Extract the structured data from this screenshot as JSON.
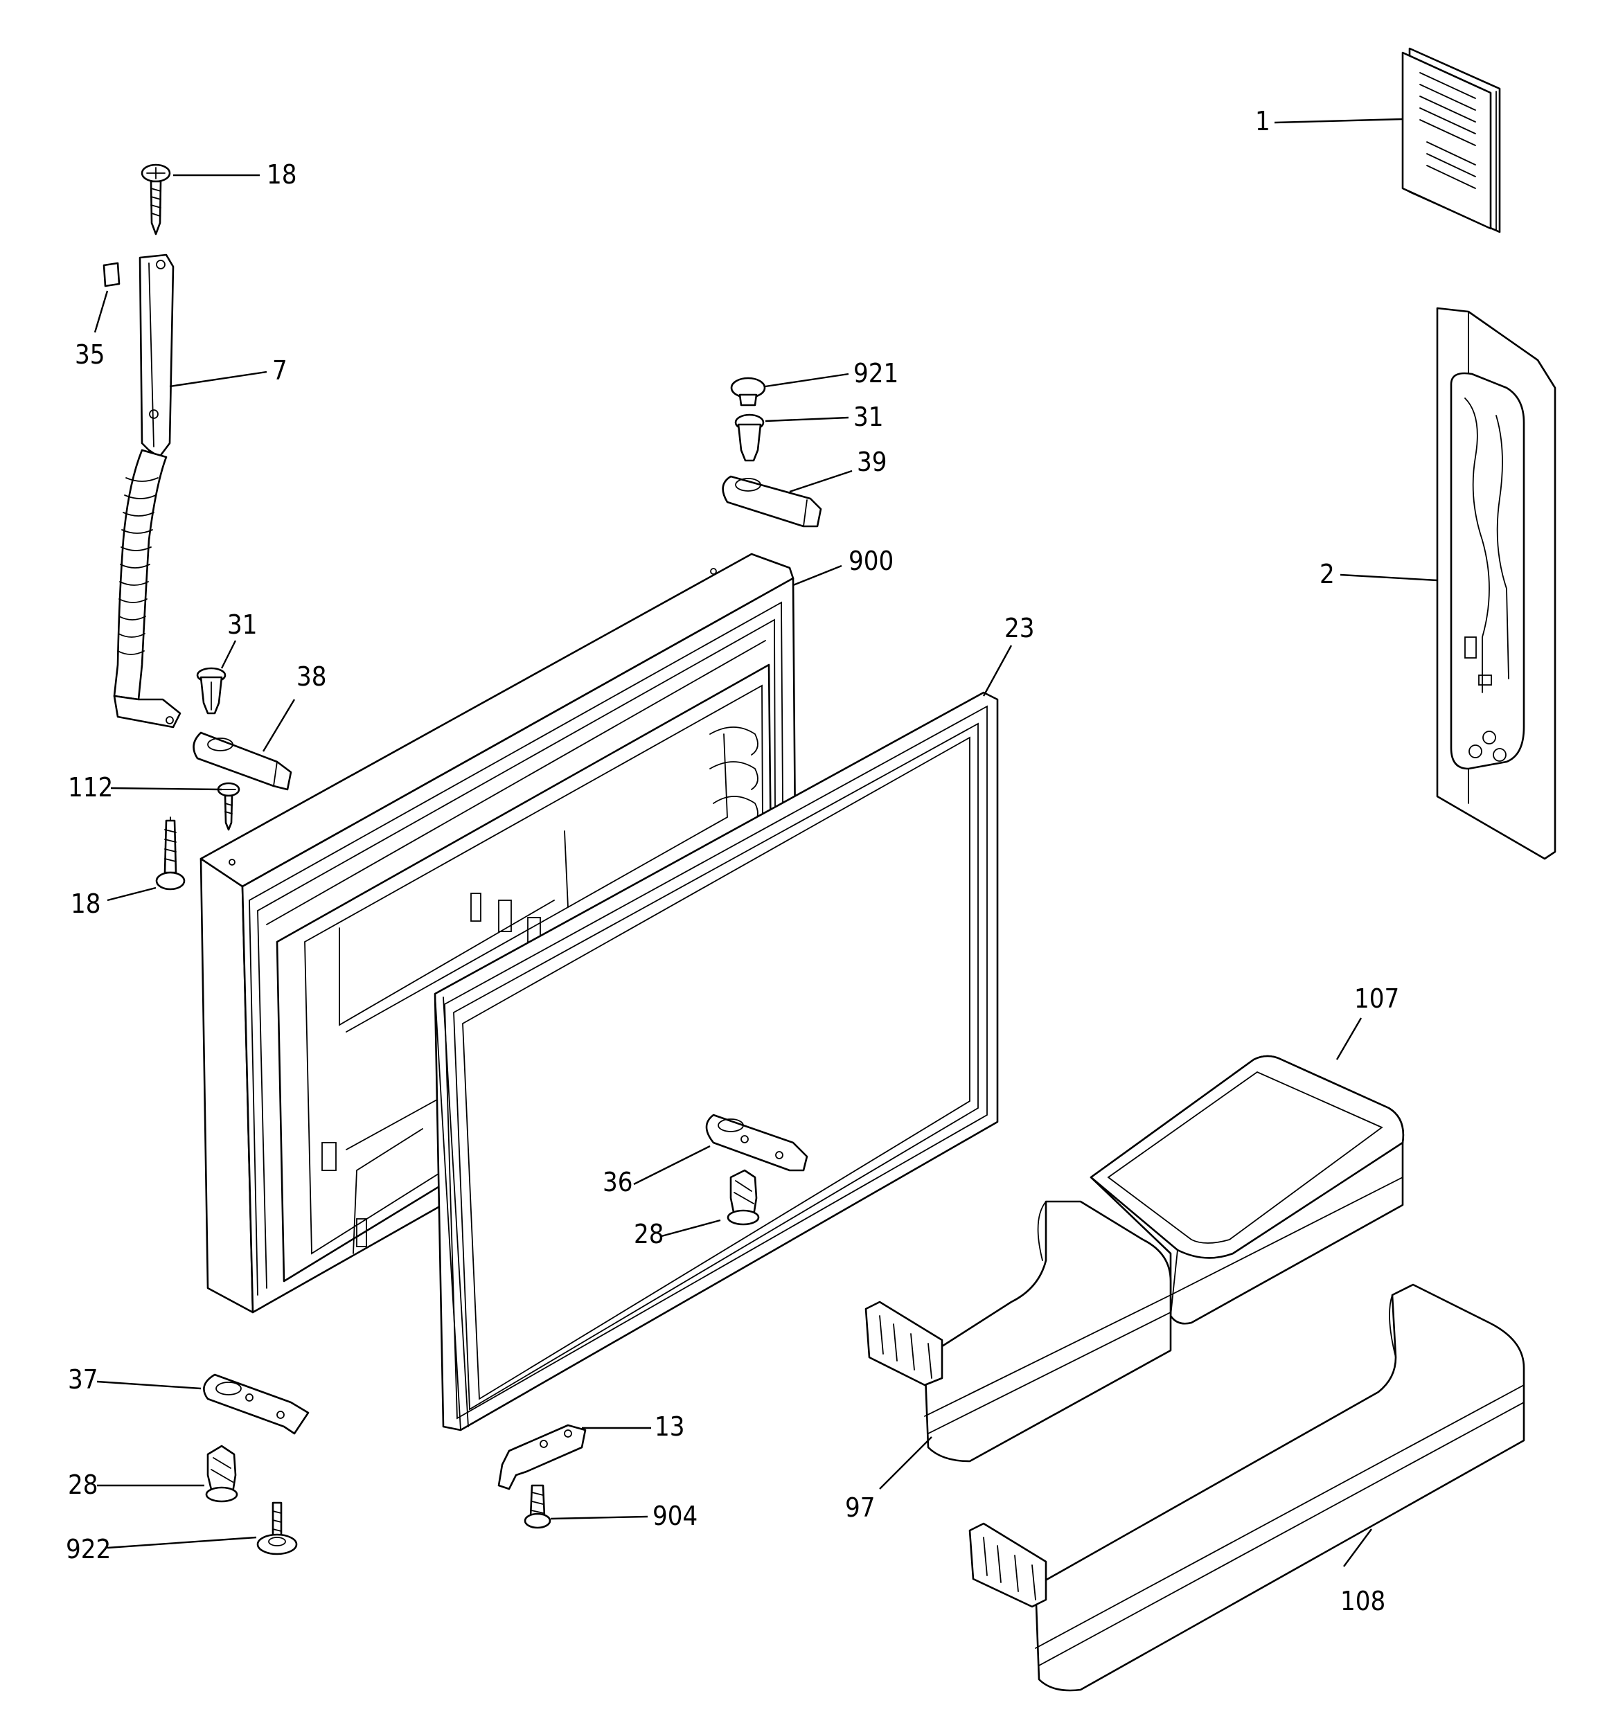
{
  "callouts": {
    "c1": "1",
    "c2": "2",
    "c7": "7",
    "c13": "13",
    "c18a": "18",
    "c18b": "18",
    "c23": "23",
    "c28a": "28",
    "c28b": "28",
    "c31a": "31",
    "c31b": "31",
    "c35": "35",
    "c36": "36",
    "c37": "37",
    "c38": "38",
    "c39": "39",
    "c97": "97",
    "c107": "107",
    "c108": "108",
    "c112": "112",
    "c900": "900",
    "c904": "904",
    "c921": "921",
    "c922": "922"
  }
}
